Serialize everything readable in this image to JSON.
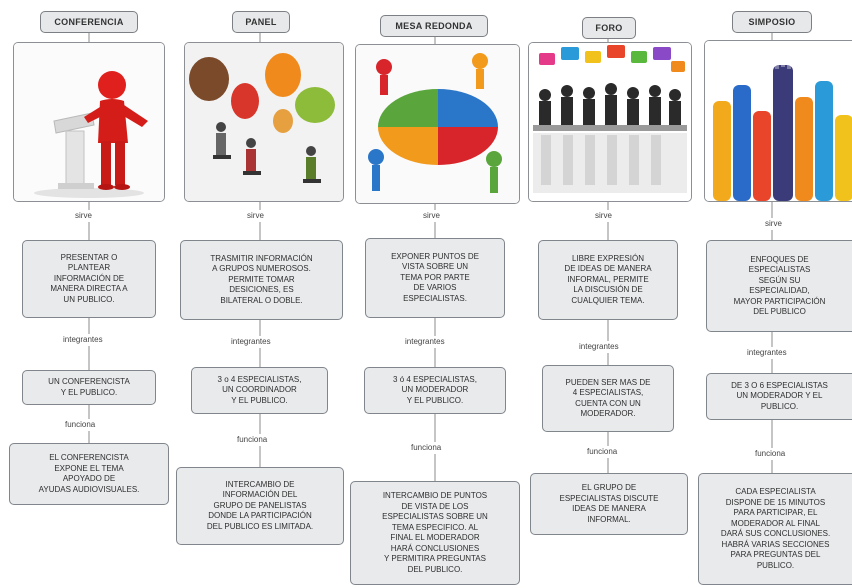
{
  "columns": [
    {
      "title": "CONFERENCIA",
      "image_icon": "speaker-at-lectern-icon",
      "sirve_label": "sirve",
      "description": "PRESENTAR O\nPLANTEAR\nINFORMACIÓN DE\nMANERA DIRECTA A\nUN PUBLICO.",
      "integrantes_label": "integrantes",
      "integrantes": "UN CONFERENCISTA\nY EL PUBLICO.",
      "funciona_label": "funciona",
      "funciona": "EL CONFERENCISTA\nEXPONE EL TEMA\nAPOYADO DE\nAYUDAS AUDIOVISUALES."
    },
    {
      "title": "PANEL",
      "image_icon": "panel-speech-bubbles-icon",
      "sirve_label": "sirve",
      "description": "TRASMITIR INFORMACIÓN\nA GRUPOS NUMEROSOS.\nPERMITE TOMAR\nDESICIONES, ES\nBILATERAL O DOBLE.",
      "integrantes_label": "integrantes",
      "integrantes": "3 o 4 ESPECIALISTAS,\nUN COORDINADOR\nY EL PUBLICO.",
      "funciona_label": "funciona",
      "funciona": "INTERCAMBIO DE\nINFORMACIÓN DEL\nGRUPO DE PANELISTAS\nDONDE LA PARTICIPACIÓN\nDEL PUBLICO ES LIMITADA."
    },
    {
      "title": "MESA REDONDA",
      "image_icon": "round-table-puzzle-icon",
      "sirve_label": "sirve",
      "description": "EXPONER PUNTOS DE\nVISTA SOBRE UN\nTEMA POR PARTE\nDE VARIOS\nESPECIALISTAS.",
      "integrantes_label": "integrantes",
      "integrantes": "3 ó 4 ESPECIALISTAS,\nUN MODERADOR\nY EL PUBLICO.",
      "funciona_label": "funciona",
      "funciona": "INTERCAMBIO DE PUNTOS\nDE VISTA DE LOS\nESPECIALISTAS SOBRE UN\nTEMA ESPECIFICO. AL\nFINAL EL MODERADOR\nHARÁ CONCLUSIONES\nY PERMITIRA PREGUNTAS\nDEL PUBLICO."
    },
    {
      "title": "FORO",
      "image_icon": "forum-meeting-icon",
      "sirve_label": "sirve",
      "description": "LIBRE EXPRESIÓN\nDE IDEAS DE MANERA\nINFORMAL, PERMITE\nLA DISCUSIÓN DE\nCUALQUIER TEMA.",
      "integrantes_label": "integrantes",
      "integrantes": "PUEDEN SER MAS DE\n4 ESPECIALISTAS,\nCUENTA CON UN\nMODERADOR.",
      "funciona_label": "funciona",
      "funciona": "EL GRUPO DE\nESPECIALISTAS DISCUTE\nIDEAS DE MANERA\nINFORMAL."
    },
    {
      "title": "SIMPOSIO",
      "image_icon": "raised-hands-icon",
      "sirve_label": "sirve",
      "description": "ENFOQUES DE\nESPECIALISTAS\nSEGÚN SU\nESPECIALIDAD,\nMAYOR PARTICIPACIÓN\nDEL PUBLICO",
      "integrantes_label": "integrantes",
      "integrantes": "DE 3 O 6 ESPECIALISTAS\nUN MODERADOR Y EL\nPUBLICO.",
      "funciona_label": "funciona",
      "funciona": "CADA ESPECIALISTA\nDISPONE DE 15 MINUTOS\nPARA PARTICIPAR, EL\nMODERADOR AL FINAL\nDARÁ SUS CONCLUSIONES.\nHABRÁ VARIAS SECCIONES\nPARA PREGUNTAS DEL\nPUBLICO."
    }
  ]
}
